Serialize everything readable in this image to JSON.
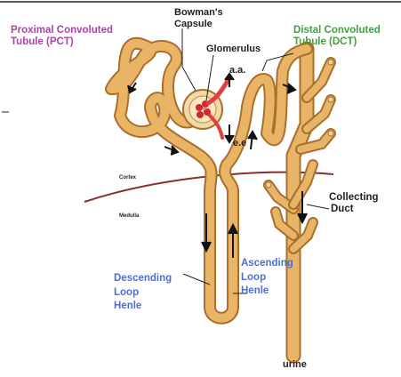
{
  "labels": {
    "pct_line1": "Proximal Convoluted",
    "pct_line2": "Tubule (PCT)",
    "bowman_line1": "Bowman's",
    "bowman_line2": "Capsule",
    "glomerulus": "Glomerulus",
    "aa": "a.a.",
    "ee": "e.e",
    "dct_line1": "Distal Convoluted",
    "dct_line2": "Tubule (DCT)",
    "cortex": "Cortex",
    "medulla": "Medulla",
    "collecting_line1": "Collecting",
    "collecting_line2": "Duct",
    "descending_line1": "Descending",
    "descending_line2": "Loop",
    "descending_line3": "Henle",
    "ascending_line1": "Ascending",
    "ascending_line2": "Loop",
    "ascending_line3": "Henle",
    "urine": "urine"
  },
  "colors": {
    "tubule": "#e0a856",
    "tubule_edge": "#a8702c",
    "pct_text": "#b03fb0",
    "dct_text": "#3fa33f",
    "loop_text": "#4d6fd0",
    "boundary": "#8a2f2a",
    "blood_vessel": "#e04040"
  }
}
